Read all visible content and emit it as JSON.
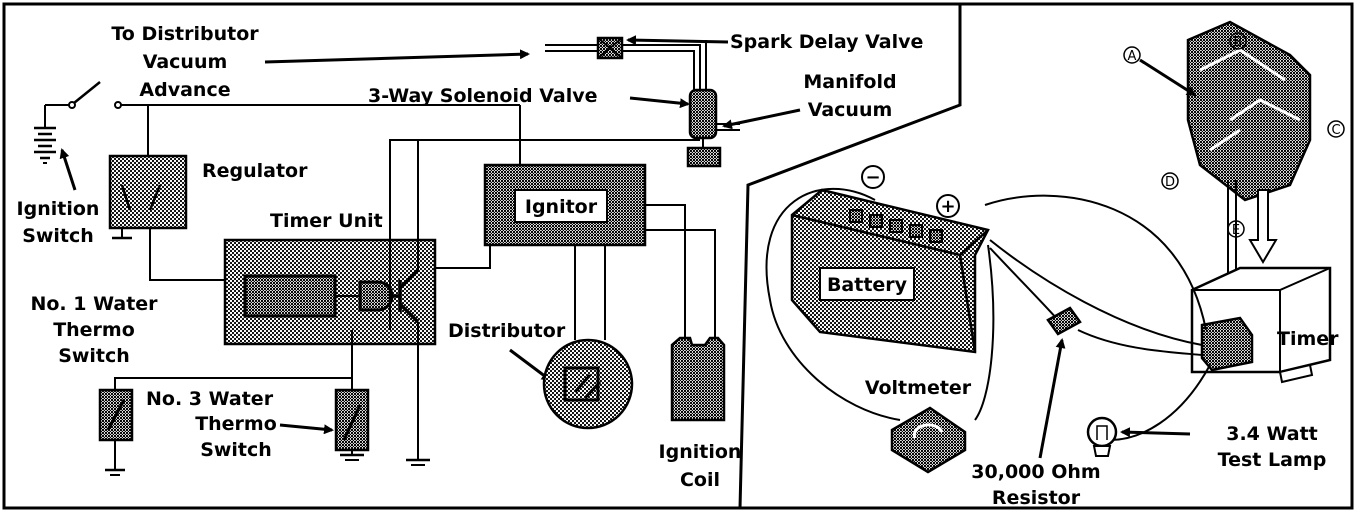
{
  "colors": {
    "ink": "#000000",
    "paper": "#ffffff",
    "shade": "#8c8c8c",
    "shade_dark": "#5a5a5a"
  },
  "left_panel": {
    "to_distributor": [
      "To Distributor",
      "Vacuum",
      "Advance"
    ],
    "spark_delay_valve": "Spark Delay Valve",
    "solenoid_valve": "3-Way Solenoid Valve",
    "manifold_vacuum": [
      "Manifold",
      "Vacuum"
    ],
    "ignition_switch": [
      "Ignition",
      "Switch"
    ],
    "regulator": "Regulator",
    "timer_unit": "Timer Unit",
    "ignitor": "Ignitor",
    "distributor": "Distributor",
    "no1_thermo": [
      "No. 1 Water",
      "Thermo",
      "Switch"
    ],
    "no3_thermo": [
      "No. 3 Water",
      "Thermo",
      "Switch"
    ],
    "ignition_coil": [
      "Ignition",
      "Coil"
    ]
  },
  "right_panel": {
    "pins": [
      "A",
      "B",
      "C",
      "D",
      "E"
    ],
    "minus_sign": "−",
    "plus_sign": "+",
    "battery": "Battery",
    "timer": "Timer",
    "voltmeter": "Voltmeter",
    "resistor": [
      "30,000 Ohm",
      "Resistor"
    ],
    "test_lamp": [
      "3.4 Watt",
      "Test Lamp"
    ]
  }
}
